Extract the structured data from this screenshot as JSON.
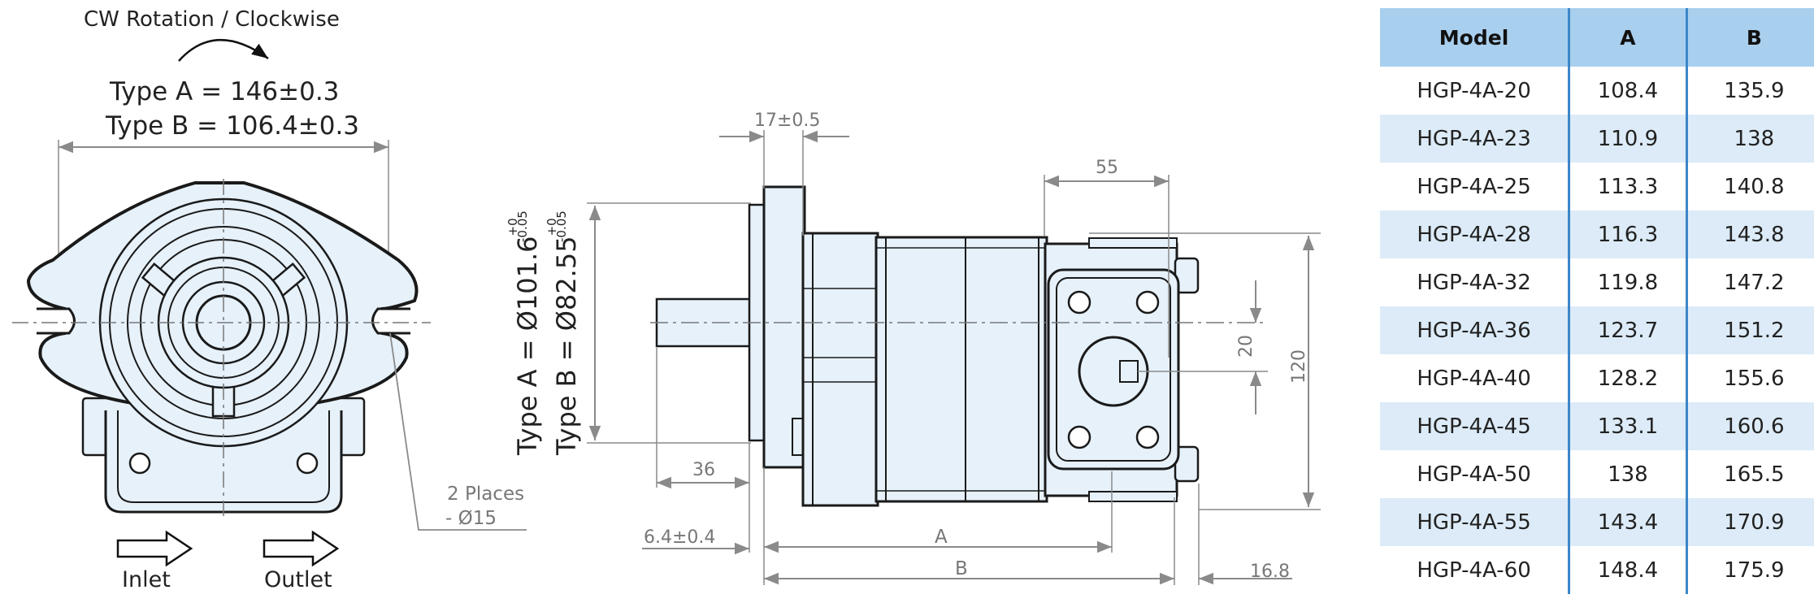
{
  "front_view": {
    "rotation_label": "CW Rotation / Clockwise",
    "type_a_width": "Type A = 146±0.3",
    "type_b_width": "Type B = 106.4±0.3",
    "mount_holes_line1": "2 Places",
    "mount_holes_line2": "- Ø15",
    "inlet_label": "Inlet",
    "outlet_label": "Outlet"
  },
  "side_view": {
    "flange_thickness": "17±0.5",
    "port_offset": "55",
    "type_a_pilot_prefix": "Type A = Ø101.6",
    "type_a_tol_upper": "+0",
    "type_a_tol_lower": "-0.05",
    "type_b_pilot_prefix": "Type B = Ø82.55",
    "type_b_tol_upper": "+0",
    "type_b_tol_lower": "-0.05",
    "shaft_length": "36",
    "shaft_offset": "6.4±0.4",
    "dim_a": "A",
    "dim_b": "B",
    "rear_length": "16.8",
    "port_height": "20",
    "overall_height": "120"
  },
  "table": {
    "headers": [
      "Model",
      "A",
      "B"
    ],
    "rows": [
      {
        "model": "HGP-4A-20",
        "a": "108.4",
        "b": "135.9"
      },
      {
        "model": "HGP-4A-23",
        "a": "110.9",
        "b": "138"
      },
      {
        "model": "HGP-4A-25",
        "a": "113.3",
        "b": "140.8"
      },
      {
        "model": "HGP-4A-28",
        "a": "116.3",
        "b": "143.8"
      },
      {
        "model": "HGP-4A-32",
        "a": "119.8",
        "b": "147.2"
      },
      {
        "model": "HGP-4A-36",
        "a": "123.7",
        "b": "151.2"
      },
      {
        "model": "HGP-4A-40",
        "a": "128.2",
        "b": "155.6"
      },
      {
        "model": "HGP-4A-45",
        "a": "133.1",
        "b": "160.6"
      },
      {
        "model": "HGP-4A-50",
        "a": "138",
        "b": "165.5"
      },
      {
        "model": "HGP-4A-55",
        "a": "143.4",
        "b": "170.9"
      },
      {
        "model": "HGP-4A-60",
        "a": "148.4",
        "b": "175.9"
      }
    ]
  },
  "colors": {
    "body_fill": "#e6f1fa",
    "outline": "#1a1a1a",
    "dimension": "#8a8a8a",
    "table_header": "#a9cfee",
    "table_alt_row": "#dcebf7",
    "table_divider": "#3b86c9"
  }
}
